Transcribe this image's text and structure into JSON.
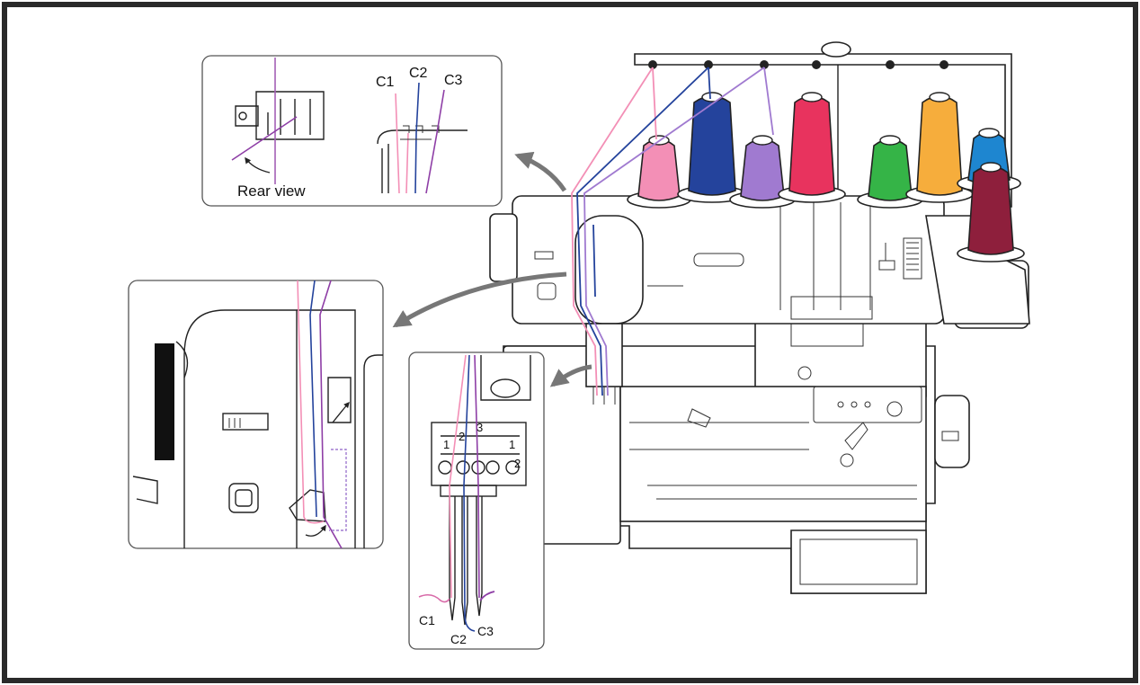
{
  "labels": {
    "rear_view": "Rear view",
    "top_c1": "C1",
    "top_c2": "C2",
    "top_c3": "C3",
    "needle_c1": "C1",
    "needle_c2": "C2",
    "needle_c3": "C3",
    "guide_1a": "1",
    "guide_2": "2",
    "guide_3": "3",
    "guide_1b": "1",
    "guide_2b": "2"
  },
  "colors": {
    "pink": "#f38fb6",
    "navy": "#24439c",
    "lavender": "#a07ad0",
    "magenta": "#e8335e",
    "green": "#35b447",
    "orange": "#f6ad3c",
    "blue": "#1e86d0",
    "burgundy": "#8e1f3c",
    "purple": "#8e3ea6",
    "arrow": "#777777"
  },
  "icons": [
    "sewing-machine-icon",
    "thread-cone-icon",
    "curved-arrow-icon",
    "needle-icon"
  ]
}
